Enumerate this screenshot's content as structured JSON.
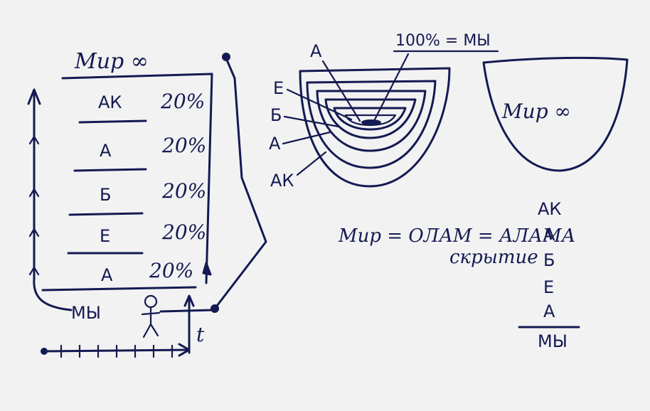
{
  "left_table": {
    "title": "Мир ∞",
    "rows": [
      {
        "label": "АК",
        "percent": "20%"
      },
      {
        "label": "А",
        "percent": "20%"
      },
      {
        "label": "Б",
        "percent": "20%"
      },
      {
        "label": "Е",
        "percent": "20%"
      },
      {
        "label": "А",
        "percent": "20%"
      }
    ],
    "bottom_label": "МЫ",
    "time_label": "t"
  },
  "nested_bowl": {
    "top_label": "100% = МЫ",
    "layer_labels": [
      "А",
      "Е",
      "Б",
      "А",
      "АК"
    ]
  },
  "world_bowl": {
    "label": "Мир ∞"
  },
  "equation": {
    "line1": "Мир = ОЛАМ = АЛАМА",
    "line2": "скрытие"
  },
  "right_stack": {
    "items": [
      "АК",
      "А",
      "Б",
      "Е",
      "А"
    ],
    "bottom_label": "МЫ"
  },
  "colors": {
    "ink": "#141a52",
    "paper": "#f2f2f2"
  }
}
